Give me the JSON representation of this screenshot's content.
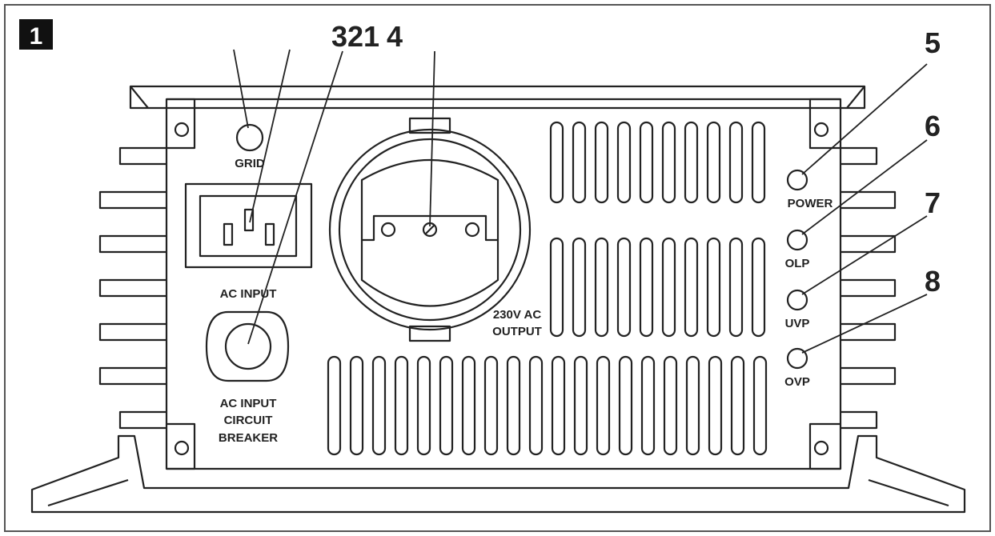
{
  "figure_number": "1",
  "callouts": {
    "left_group": "321",
    "n4": "4",
    "n5": "5",
    "n6": "6",
    "n7": "7",
    "n8": "8"
  },
  "labels": {
    "grid": "GRID",
    "ac_input": "AC INPUT",
    "breaker_line1": "AC INPUT",
    "breaker_line2": "CIRCUIT",
    "breaker_line3": "BREAKER",
    "output_line1": "230V AC",
    "output_line2": "OUTPUT",
    "power": "POWER",
    "olp": "OLP",
    "uvp": "UVP",
    "ovp": "OVP"
  }
}
